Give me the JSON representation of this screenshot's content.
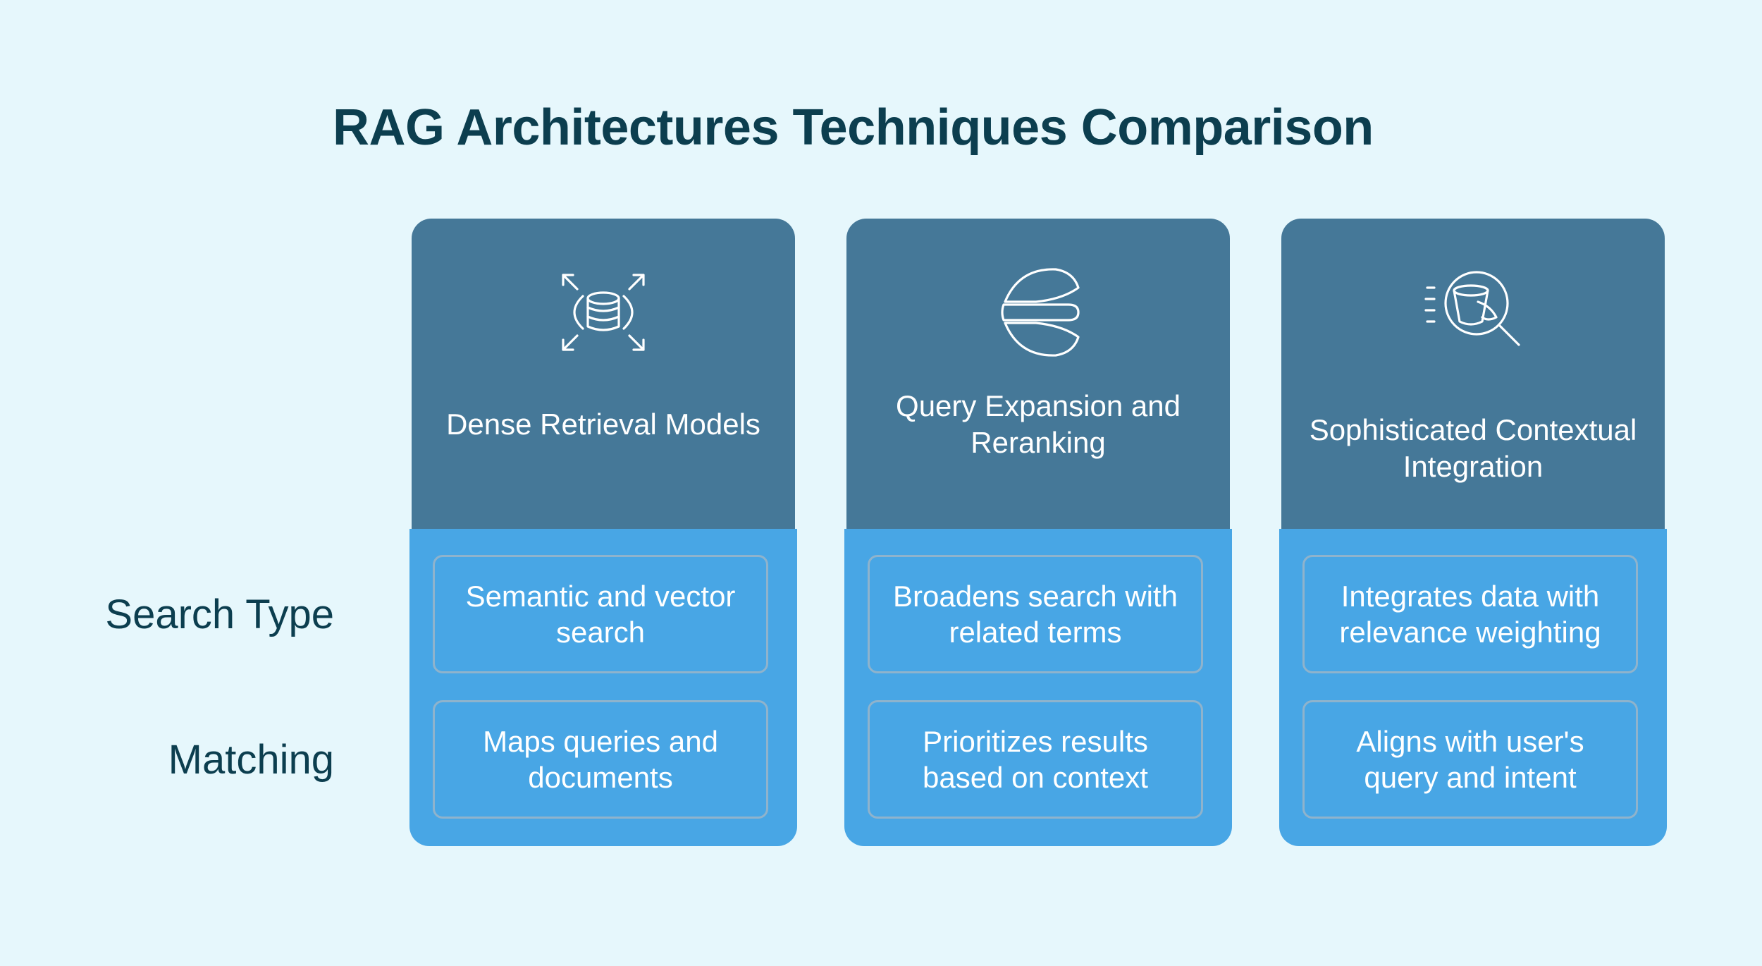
{
  "title": "RAG Architectures Techniques Comparison",
  "rows": {
    "search_type": "Search Type",
    "matching": "Matching"
  },
  "columns": [
    {
      "icon": "database-expand-icon",
      "title": "Dense Retrieval Models",
      "search_type": "Semantic and vector search",
      "matching": "Maps queries and documents"
    },
    {
      "icon": "elastic-logo-icon",
      "title": "Query Expansion and Reranking",
      "search_type": "Broadens search with related terms",
      "matching": "Prioritizes results based on context"
    },
    {
      "icon": "bucket-search-icon",
      "title": "Sophisticated Contextual Integration",
      "search_type": "Integrates data with relevance weighting",
      "matching": "Aligns with user's query and intent"
    }
  ],
  "colors": {
    "background": "#e6f7fc",
    "title": "#0c3e4f",
    "header": "#457898",
    "body": "#48a6e5",
    "cell_border": "#8fb3cc"
  }
}
